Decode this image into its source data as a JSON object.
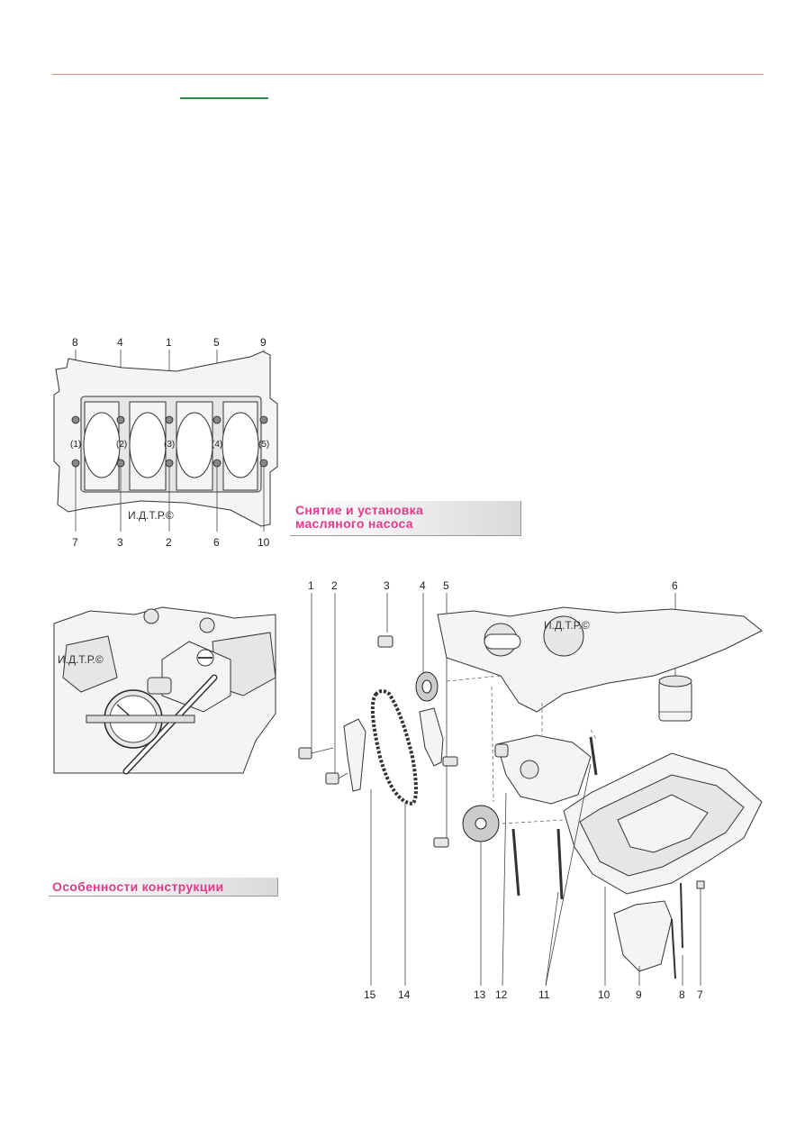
{
  "figure_block": {
    "callouts_top": [
      "8",
      "4",
      "1",
      "5",
      "9"
    ],
    "callouts_bottom": [
      "7",
      "3",
      "2",
      "6",
      "10"
    ],
    "bearing_marks": [
      "(1)",
      "(2)",
      "(3)",
      "(4)",
      "(5)"
    ],
    "watermark": "И.Д.Т.Р.©"
  },
  "figure_gauge": {
    "watermark": "И.Д.Т.Р.©"
  },
  "figure_pump": {
    "callouts_top": [
      "1",
      "2",
      "3",
      "4",
      "5",
      "6"
    ],
    "callouts_bottom": [
      "15",
      "14",
      "13",
      "12",
      "11",
      "10",
      "9",
      "8",
      "7"
    ],
    "watermark": "И.Д.Т.Р.©"
  },
  "headings": {
    "oil_pump_line1": "Снятие и установка",
    "oil_pump_line2": "масляного насоса",
    "design_features": "Особенности конструкции"
  },
  "colors": {
    "top_rule": "#e48a86",
    "accent_rule": "#2f8a4a",
    "heading_text": "#e03a8c"
  }
}
